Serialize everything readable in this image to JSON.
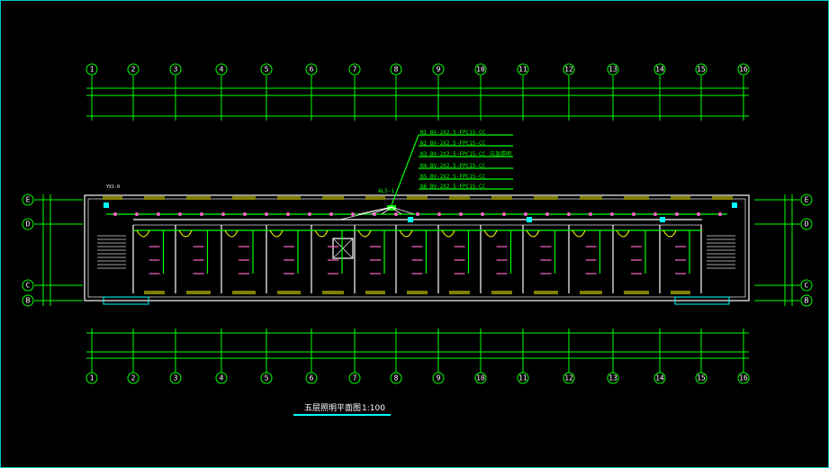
{
  "drawing": {
    "title": "五层照明平面图",
    "scale": "1:100",
    "panel_label": "AL5-1",
    "stair_label_left": "YX1-0",
    "legend_note": "应急照明",
    "colors": {
      "background": "#000000",
      "axis": "#00ff00",
      "wall": "#ffffff",
      "window": "#ffff00",
      "fixture": "#ff66cc",
      "accent": "#00ffff"
    }
  },
  "grid": {
    "columns": [
      "1",
      "2",
      "3",
      "4",
      "5",
      "6",
      "7",
      "8",
      "9",
      "10",
      "11",
      "12",
      "13",
      "14",
      "15",
      "16"
    ],
    "rows": [
      "E",
      "D",
      "C",
      "B"
    ]
  },
  "circuits": [
    {
      "id": "N1",
      "spec": "BV-2X2.5-FPC15-CC"
    },
    {
      "id": "N2",
      "spec": "BV-2X2.5-FPC15-CC"
    },
    {
      "id": "N3",
      "spec": "BV-2X2.5-FPC15-CC"
    },
    {
      "id": "N4",
      "spec": "BV-2X2.5-FPC15-CC"
    },
    {
      "id": "N5",
      "spec": "BV-2X2.5-FPC15-CC"
    },
    {
      "id": "N6",
      "spec": "BV-2X2.5-FPC15-CC"
    }
  ]
}
